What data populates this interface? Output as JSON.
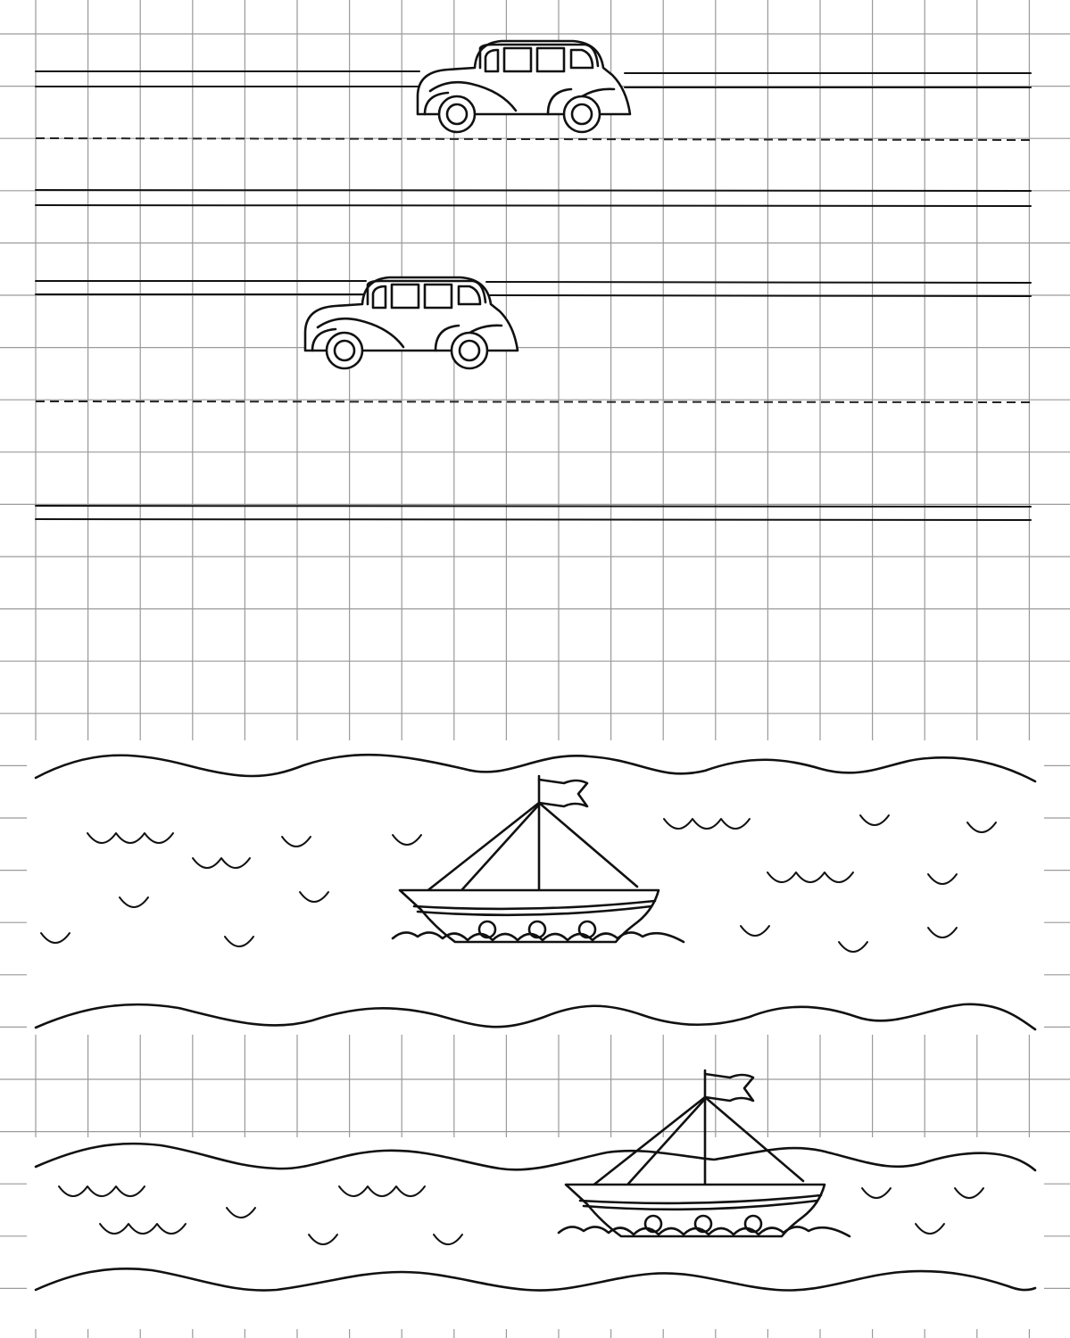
{
  "worksheet": {
    "background_color": "#ffffff",
    "grid_color": "#9a9a9a",
    "ink_color": "#111111",
    "sections": [
      {
        "name": "road-handwriting-lines",
        "pictures": [
          "car",
          "car"
        ]
      },
      {
        "name": "sea-handwriting-lines",
        "pictures": [
          "sailboat",
          "sailboat"
        ]
      }
    ]
  }
}
